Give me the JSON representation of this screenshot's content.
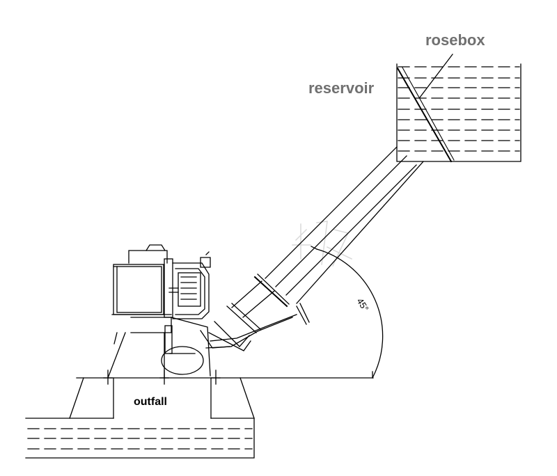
{
  "labels": {
    "rosebox": "rosebox",
    "reservoir": "reservoir",
    "outfall": "outfall",
    "angle": "45°"
  },
  "colors": {
    "line": "#000000",
    "label_grey": "#707070",
    "watermark": "#d8d8d8"
  },
  "icons": {
    "pump_motor": "motor-housing-drawing",
    "water_tank": "reservoir-tank-drawing",
    "outfall_tank": "outfall-tank-drawing"
  }
}
